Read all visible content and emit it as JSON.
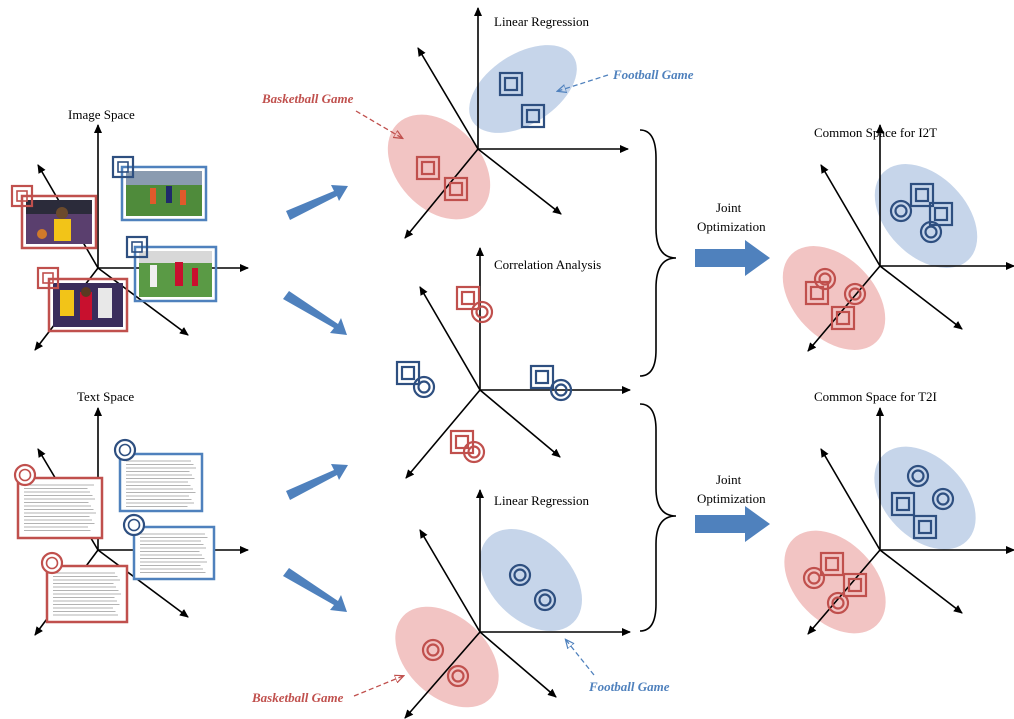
{
  "labels": {
    "image_space": "Image Space",
    "text_space": "Text Space",
    "linear_regression_top": "Linear Regression",
    "correlation_analysis": "Correlation Analysis",
    "linear_regression_bottom": "Linear Regression",
    "basketball_top": "Basketball Game",
    "football_top": "Football Game",
    "basketball_bottom": "Basketball Game",
    "football_bottom": "Football Game",
    "joint_top_1": "Joint",
    "joint_top_2": "Optimization",
    "joint_bottom_1": "Joint",
    "joint_bottom_2": "Optimization",
    "common_i2t": "Common Space for I2T",
    "common_t2i": "Common Space for T2I"
  },
  "colors": {
    "basketball": "#c0504d",
    "football": "#4f81bd",
    "football_marker": "#2e4f80",
    "arrow": "#4f81bd",
    "basketball_ellipse": "#f2c4c3",
    "football_ellipse": "#c6d5ea"
  }
}
